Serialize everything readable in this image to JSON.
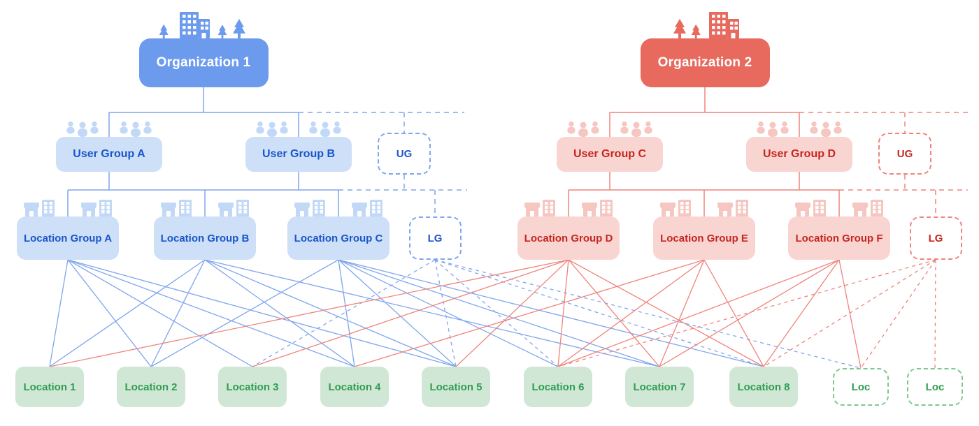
{
  "colors": {
    "blue": {
      "solid": "#6C9BEE",
      "light": "#CEDFF8",
      "text": "#1A56C9",
      "line": "#7FA5EE",
      "icon": "#C2D8F7",
      "text_on_solid": "#FFFFFF"
    },
    "red": {
      "solid": "#E8695E",
      "light": "#F9D5D2",
      "text": "#C5261F",
      "line": "#F0837B",
      "icon": "#F6C6C1",
      "text_on_solid": "#FFFFFF"
    },
    "green": {
      "light": "#D0E7D6",
      "text": "#2F9E51",
      "line": "#7EC78F"
    }
  },
  "organizations": [
    {
      "id": "org1",
      "label": "Organization 1",
      "theme": "blue",
      "icon": "city-trees-icon"
    },
    {
      "id": "org2",
      "label": "Organization 2",
      "theme": "red",
      "icon": "trees-city-icon"
    }
  ],
  "user_groups": [
    {
      "id": "ugA",
      "label": "User Group A",
      "theme": "blue",
      "dashed": false,
      "icon": "people-group-icon",
      "parent": "org1"
    },
    {
      "id": "ugB",
      "label": "User Group B",
      "theme": "blue",
      "dashed": false,
      "icon": "people-group-icon",
      "parent": "org1"
    },
    {
      "id": "ugC",
      "label": "User Group C",
      "theme": "red",
      "dashed": false,
      "icon": "people-group-icon",
      "parent": "org2"
    },
    {
      "id": "ugD",
      "label": "User Group D",
      "theme": "red",
      "dashed": false,
      "icon": "people-group-icon",
      "parent": "org2"
    },
    {
      "id": "ugPlaceholderBlue",
      "label": "UG",
      "theme": "blue",
      "dashed": true,
      "parent": "org1"
    },
    {
      "id": "ugPlaceholderRed",
      "label": "UG",
      "theme": "red",
      "dashed": true,
      "parent": "org2"
    }
  ],
  "location_groups": [
    {
      "id": "lgA",
      "label": "Location Group A",
      "theme": "blue",
      "dashed": false,
      "icon": "storefront-buildings-icon"
    },
    {
      "id": "lgB",
      "label": "Location Group B",
      "theme": "blue",
      "dashed": false,
      "icon": "storefront-buildings-icon"
    },
    {
      "id": "lgC",
      "label": "Location Group C",
      "theme": "blue",
      "dashed": false,
      "icon": "storefront-buildings-icon"
    },
    {
      "id": "lgD",
      "label": "Location Group D",
      "theme": "red",
      "dashed": false,
      "icon": "storefront-buildings-icon"
    },
    {
      "id": "lgE",
      "label": "Location Group E",
      "theme": "red",
      "dashed": false,
      "icon": "storefront-buildings-icon"
    },
    {
      "id": "lgF",
      "label": "Location Group F",
      "theme": "red",
      "dashed": false,
      "icon": "storefront-buildings-icon"
    },
    {
      "id": "lgPlaceholderBlue",
      "label": "LG",
      "theme": "blue",
      "dashed": true
    },
    {
      "id": "lgPlaceholderRed",
      "label": "LG",
      "theme": "red",
      "dashed": true
    }
  ],
  "locations": [
    {
      "id": "loc1",
      "label": "Location 1",
      "dashed": false
    },
    {
      "id": "loc2",
      "label": "Location 2",
      "dashed": false
    },
    {
      "id": "loc3",
      "label": "Location 3",
      "dashed": false
    },
    {
      "id": "loc4",
      "label": "Location 4",
      "dashed": false
    },
    {
      "id": "loc5",
      "label": "Location 5",
      "dashed": false
    },
    {
      "id": "loc6",
      "label": "Location 6",
      "dashed": false
    },
    {
      "id": "loc7",
      "label": "Location 7",
      "dashed": false
    },
    {
      "id": "loc8",
      "label": "Location 8",
      "dashed": false
    },
    {
      "id": "locP1",
      "label": "Loc",
      "dashed": true
    },
    {
      "id": "locP2",
      "label": "Loc",
      "dashed": true
    }
  ],
  "assignments": {
    "lgA": [
      "loc1",
      "loc2",
      "loc3",
      "loc4",
      "loc5"
    ],
    "lgB": [
      "loc1",
      "loc2",
      "loc4",
      "loc5",
      "loc7"
    ],
    "lgC": [
      "loc2",
      "loc4",
      "loc5",
      "loc6",
      "loc7",
      "loc8"
    ],
    "lgPlaceholderBlue": [
      "loc3",
      "loc5",
      "loc6",
      "loc8",
      "locP1"
    ],
    "lgD": [
      "loc1",
      "loc3",
      "loc5",
      "loc6",
      "loc7",
      "loc8"
    ],
    "lgE": [
      "loc4",
      "loc6",
      "loc7",
      "loc8"
    ],
    "lgF": [
      "loc6",
      "loc7",
      "loc8",
      "locP1"
    ],
    "lgPlaceholderRed": [
      "loc6",
      "loc8",
      "locP1",
      "locP2"
    ]
  }
}
